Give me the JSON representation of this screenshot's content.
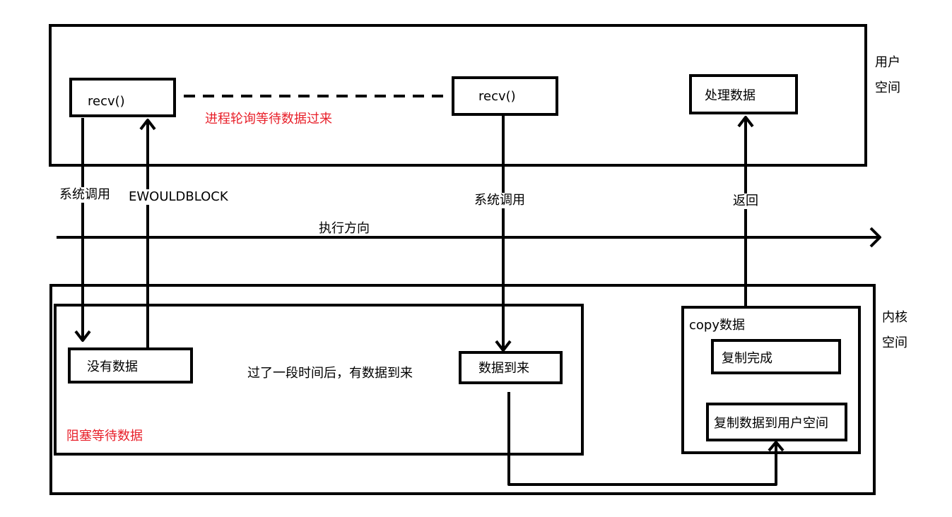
{
  "user_space": {
    "label_line1": "用户",
    "label_line2": "空间"
  },
  "kernel_space": {
    "label_line1": "内核",
    "label_line2": "空间"
  },
  "user_boxes": {
    "recv_first": "recv()",
    "recv_second": "recv()",
    "process_data": "处理数据"
  },
  "polling_note": "进程轮询等待数据过来",
  "execution_direction": "执行方向",
  "arrow_labels": {
    "syscall_first": "系统调用",
    "ewouldblock": "EWOULDBLOCK",
    "syscall_second": "系统调用",
    "return": "返回"
  },
  "kernel_boxes": {
    "no_data": "没有数据",
    "data_arrived": "数据到来",
    "copy_data": "copy数据",
    "copy_done": "复制完成",
    "copy_to_user": "复制数据到用户空间"
  },
  "wait_note": "过了一段时间后，有数据到来",
  "blocking_note": "阻塞等待数据",
  "colors": {
    "stroke": "#000000",
    "note": "#e8202a",
    "background": "#ffffff"
  }
}
